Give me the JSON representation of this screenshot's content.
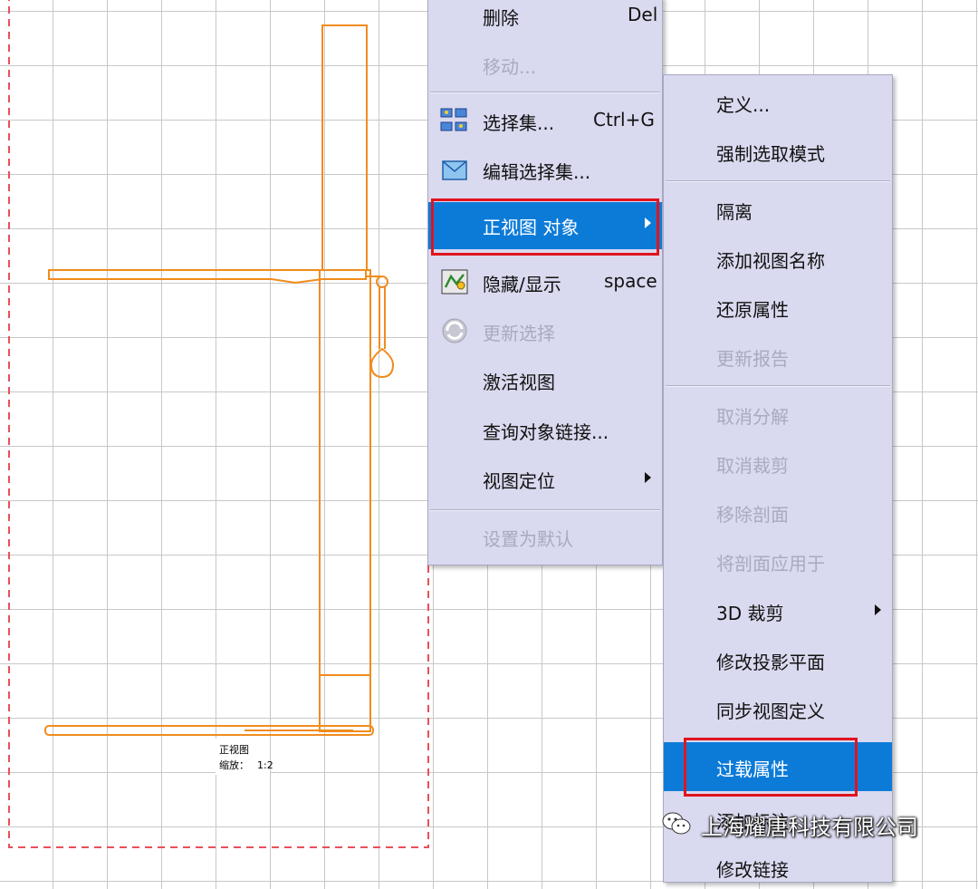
{
  "drawing": {
    "view_label": "正视图",
    "scale_label": "缩放：",
    "scale_value": "1:2",
    "accent_color": "#f08c1e",
    "border_color": "#e8505a"
  },
  "context_menu": {
    "items": [
      {
        "label": "删除",
        "shortcut": "Del"
      },
      {
        "label": "移动..."
      },
      {
        "label": "选择集...",
        "shortcut": "Ctrl+G",
        "icon": "selection-set-icon"
      },
      {
        "label": "编辑选择集...",
        "icon": "edit-selection-icon"
      },
      {
        "label": "正视图 对象"
      },
      {
        "label": "隐藏/显示",
        "shortcut": "space",
        "icon": "hide-show-icon"
      },
      {
        "label": "更新选择",
        "icon": "update-icon"
      },
      {
        "label": "激活视图"
      },
      {
        "label": "查询对象链接..."
      },
      {
        "label": "视图定位"
      },
      {
        "label": "设置为默认"
      }
    ]
  },
  "submenu": {
    "items": [
      {
        "label": "定义..."
      },
      {
        "label": "强制选取模式"
      },
      {
        "label": "隔离"
      },
      {
        "label": "添加视图名称"
      },
      {
        "label": "还原属性"
      },
      {
        "label": "更新报告"
      },
      {
        "label": "取消分解"
      },
      {
        "label": "取消裁剪"
      },
      {
        "label": "移除剖面"
      },
      {
        "label": "将剖面应用于"
      },
      {
        "label": "3D 裁剪"
      },
      {
        "label": "修改投影平面"
      },
      {
        "label": "同步视图定义"
      },
      {
        "label": "过载属性"
      },
      {
        "label": "添加标注"
      },
      {
        "label": "修改链接"
      }
    ]
  },
  "highlight_color": "#0c7bd8",
  "watermark": {
    "text": "上海耀唐科技有限公司"
  }
}
